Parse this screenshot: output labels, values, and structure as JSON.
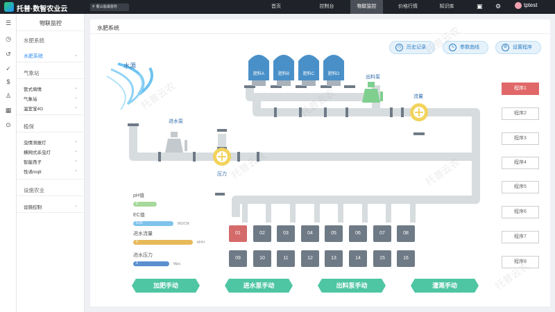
{
  "app": {
    "title": "托普·数智农业云",
    "location": "衢山临浦基地"
  },
  "nav": [
    "首页",
    "控制台",
    "物联监控",
    "价格行情",
    "知识库"
  ],
  "nav_active": 2,
  "user": {
    "name": "tptest"
  },
  "sidebar": {
    "title": "物联监控",
    "items": [
      {
        "label": "水肥系统",
        "type": "group"
      },
      {
        "label": "水肥系统",
        "type": "active"
      },
      {
        "label": "气象站",
        "type": "group"
      },
      {
        "label": "管式墒情",
        "type": "sub"
      },
      {
        "label": "气象站",
        "type": "sub"
      },
      {
        "label": "温室宝4G",
        "type": "sub"
      },
      {
        "label": "植保",
        "type": "group"
      },
      {
        "label": "虫情测报灯",
        "type": "sub"
      },
      {
        "label": "横网式杀虫灯",
        "type": "sub"
      },
      {
        "label": "智能孢子",
        "type": "sub"
      },
      {
        "label": "性诱mqtt",
        "type": "sub"
      },
      {
        "label": "设施农业",
        "type": "group"
      },
      {
        "label": "设施控制",
        "type": "sub"
      }
    ]
  },
  "panel": {
    "title": "水肥系统"
  },
  "toolbar": {
    "history": "历史记录",
    "curve": "参数曲线",
    "settings": "设置程序"
  },
  "diagram": {
    "water_source": "水源",
    "inlet_pump": "进水泵",
    "outlet_pump": "出料泵",
    "pressure": "压力",
    "flow": "流量",
    "tanks": [
      "肥料A",
      "肥料B",
      "肥料C",
      "肥料D"
    ]
  },
  "programs": [
    "程序1",
    "程序2",
    "程序3",
    "程序4",
    "程序5",
    "程序6",
    "程序7",
    "程序8"
  ],
  "program_active": 0,
  "gauges": {
    "ph": {
      "label": "pH值",
      "value": "0",
      "unit": "",
      "color": "#a6d99b"
    },
    "ec": {
      "label": "EC值",
      "value": "0.01",
      "unit": "MS/CM",
      "color": "#7fc3ea"
    },
    "inflow": {
      "label": "进水流量",
      "value": "0",
      "unit": "M³/H",
      "color": "#e8b95a"
    },
    "inpressure": {
      "label": "进水压力",
      "value": "0",
      "unit": "Mpa",
      "color": "#5b8fd0"
    }
  },
  "valves": [
    "01",
    "02",
    "03",
    "04",
    "05",
    "06",
    "07",
    "08",
    "09",
    "10",
    "11",
    "12",
    "13",
    "14",
    "15",
    "16"
  ],
  "valve_active": 0,
  "actions": {
    "fertilize": "加肥手动",
    "inlet": "进水泵手动",
    "outlet": "出料泵手动",
    "irrigate": "灌溉手动"
  },
  "watermark": "托普云农"
}
